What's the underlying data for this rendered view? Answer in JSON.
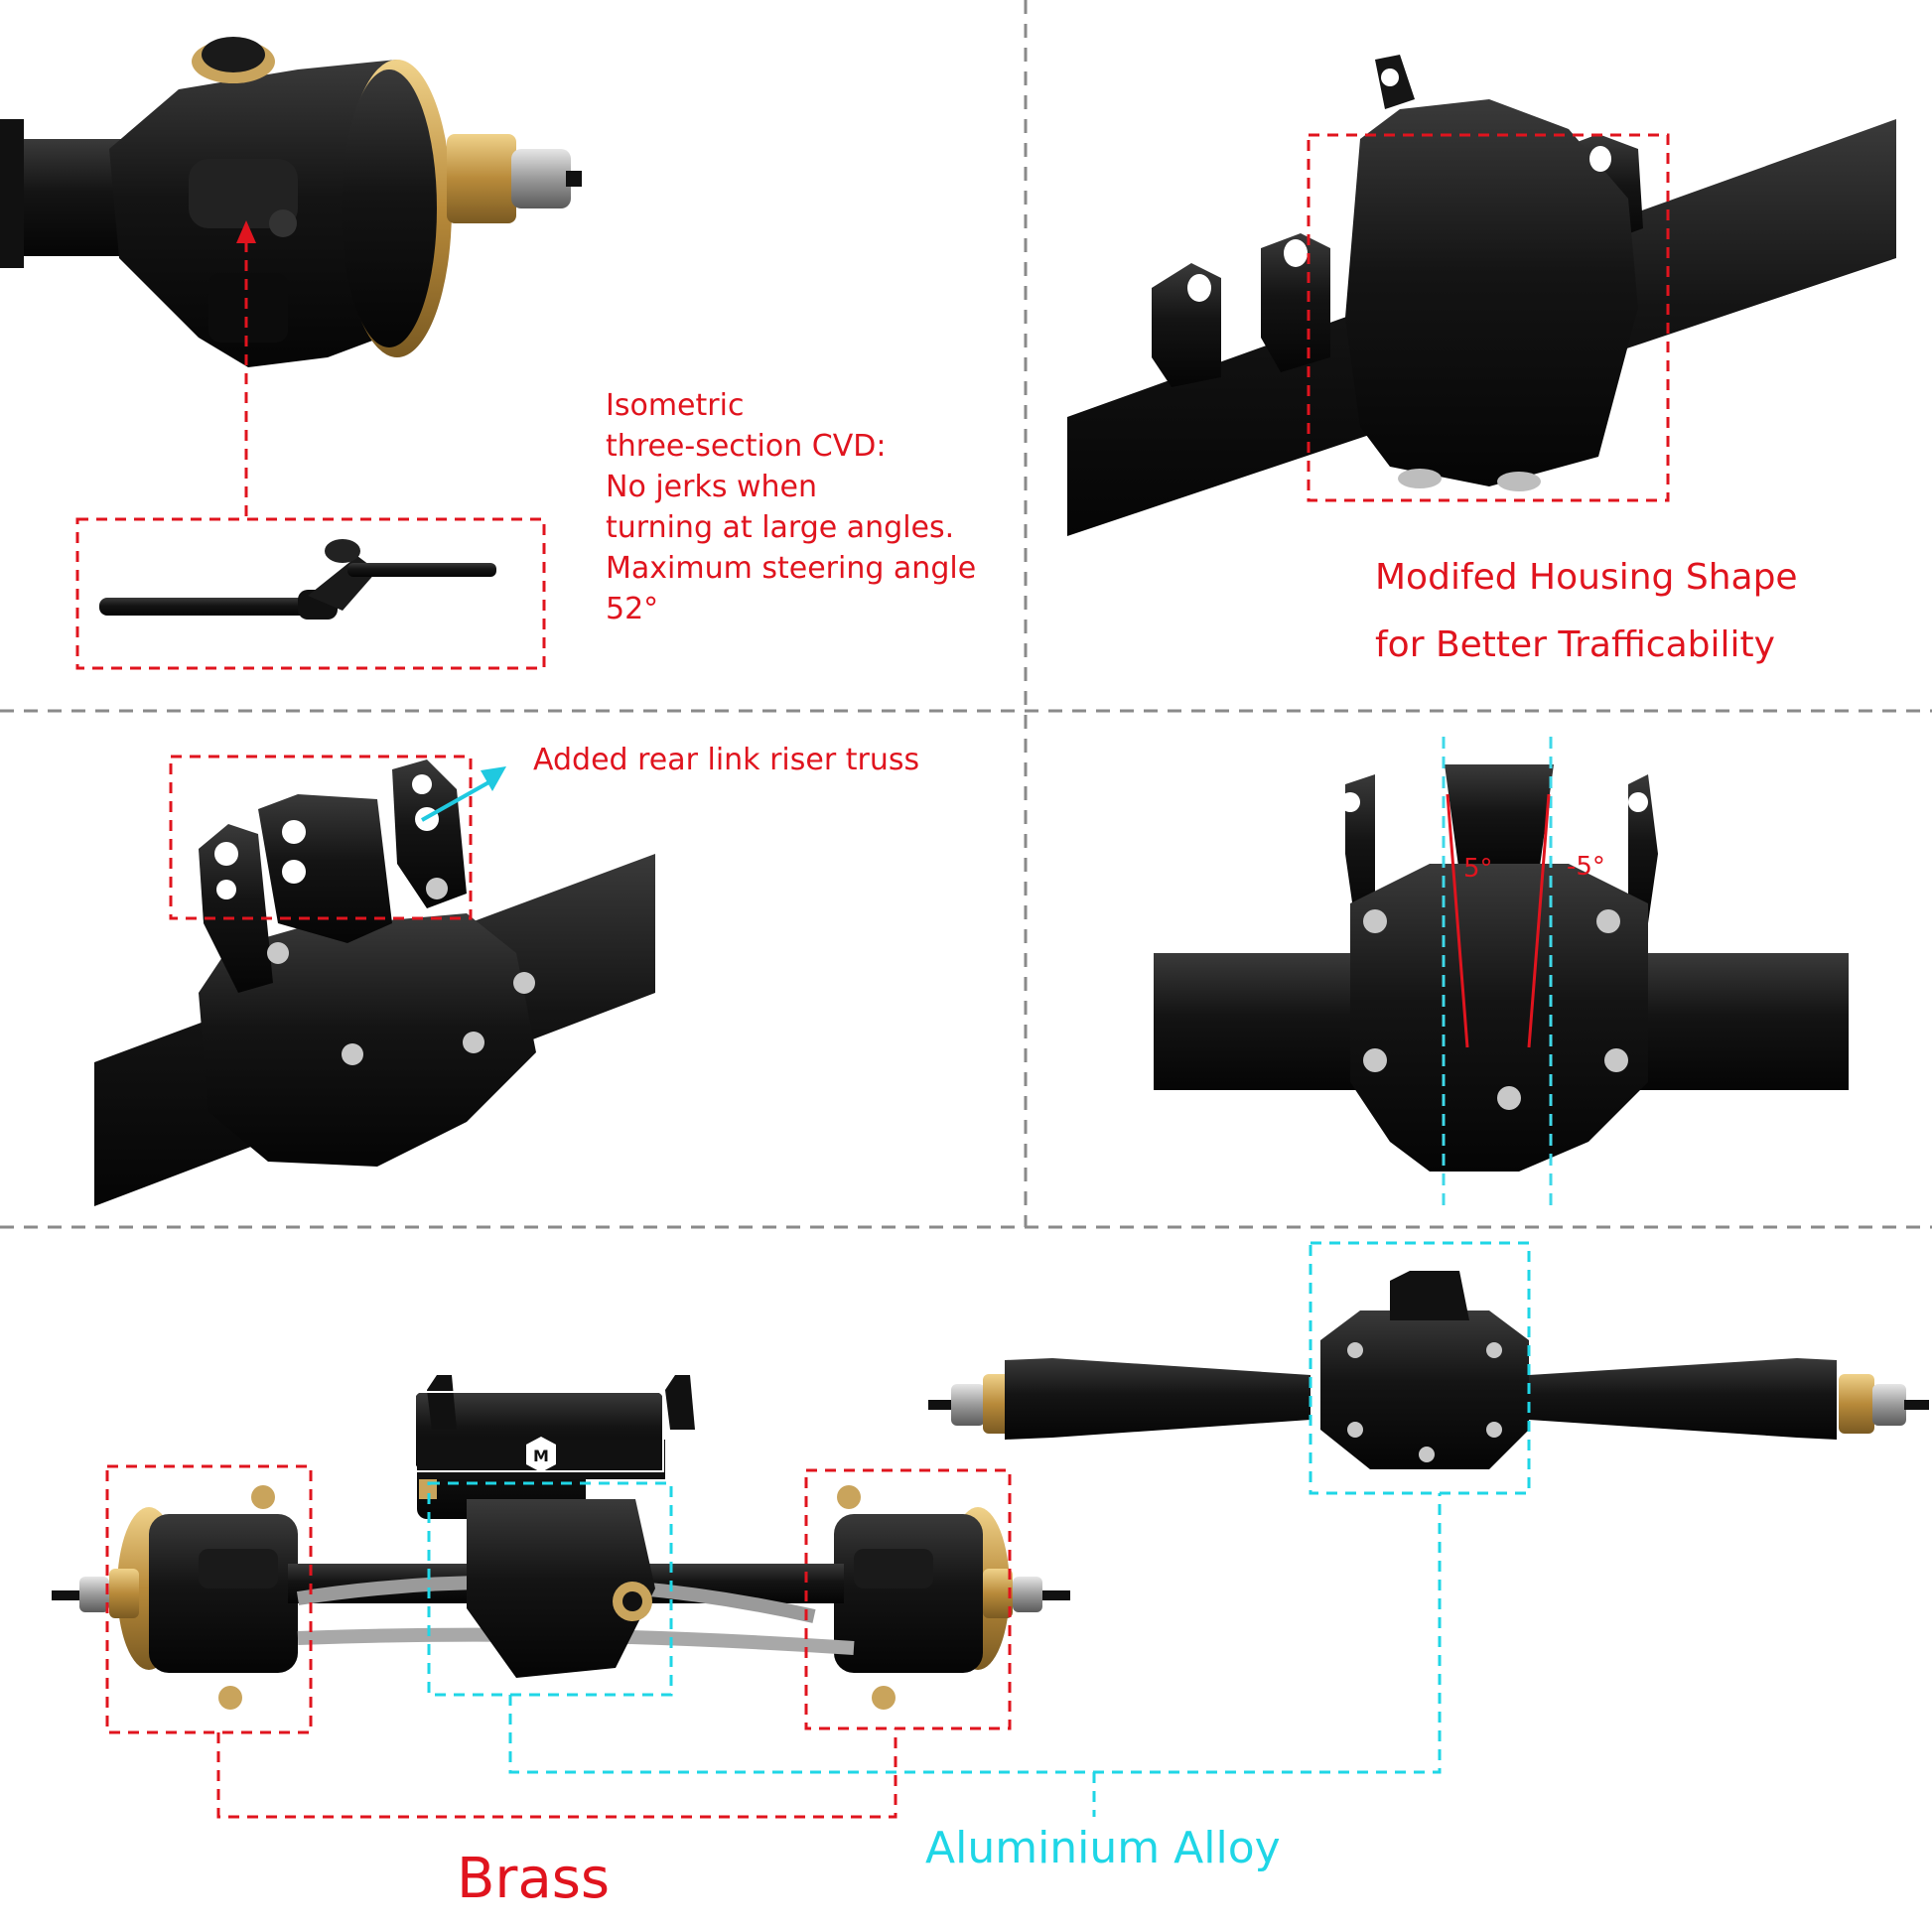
{
  "cvd": {
    "lines": [
      "Isometric",
      "three-section CVD:",
      "No jerks when",
      "turning at large angles.",
      "Maximum steering angle",
      "52°"
    ]
  },
  "housing": {
    "line1": "Modifed Housing Shape",
    "line2": "for Better Trafficability"
  },
  "riser": {
    "label": "Added rear link riser truss"
  },
  "angles": {
    "positive": "5°",
    "negative": "-5°"
  },
  "materials": {
    "brass": "Brass",
    "aluminium": "Aluminium Alloy"
  },
  "logo": {
    "letter": "M"
  },
  "colors": {
    "callout_red": "#e0141e",
    "callout_cyan": "#1fd6e6",
    "divider_gray": "#8a8a8a",
    "metal_black": "#151515",
    "brass": "#c9a45c",
    "steel": "#b8b8b8"
  }
}
